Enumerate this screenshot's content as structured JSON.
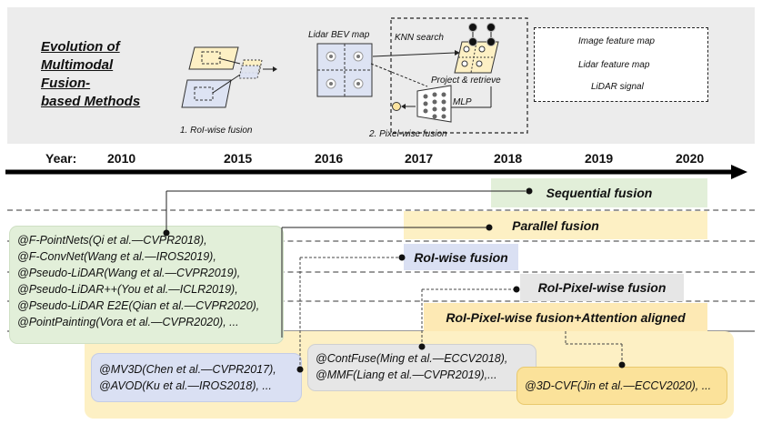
{
  "title": "Evolution of\nMultimodal\nFusion-\nbased Methods",
  "title_lines": [
    "Evolution of",
    "Multimodal",
    "Fusion-",
    "based Methods"
  ],
  "schematic": {
    "roi_caption": "1. RoI-wise fusion",
    "bev_map": "Lidar BEV map",
    "knn": "KNN search",
    "project": "Project & retrieve",
    "mlp": "MLP",
    "pixel_caption": "2. Pixel-wise fusion"
  },
  "legend": {
    "image": "Image feature map",
    "lidar": "Lidar feature map",
    "signal": "LiDAR signal"
  },
  "timeline": {
    "label": "Year:",
    "years": [
      "2010",
      "2015",
      "2016",
      "2017",
      "2018",
      "2019",
      "2020"
    ]
  },
  "bars": {
    "sequential": "Sequential fusion",
    "parallel": "Parallel fusion",
    "roi": "RoI-wise fusion",
    "roi_pixel": "RoI-Pixel-wise fusion",
    "attention": "RoI-Pixel-wise fusion+Attention aligned"
  },
  "cards": {
    "green": [
      "@F-PointNets(Qi et al.—CVPR2018),",
      "@F-ConvNet(Wang et al.—IROS2019),",
      "@Pseudo-LiDAR(Wang et al.—CVPR2019),",
      "@Pseudo-LiDAR++(You et al.—ICLR2019),",
      "@Pseudo-LiDAR E2E(Qian et al.—CVPR2020),",
      "@PointPainting(Vora et al.—CVPR2020), ..."
    ],
    "blue": [
      "@MV3D(Chen et al.—CVPR2017),",
      "@AVOD(Ku et al.—IROS2018), ..."
    ],
    "gray": [
      "@ContFuse(Ming et al.—ECCV2018),",
      "@MMF(Liang et al.—CVPR2019),..."
    ],
    "yellow": [
      "@3D-CVF(Jin et al.—ECCV2020), ..."
    ]
  },
  "colors": {
    "image_map": "#fdf0c4",
    "lidar_map": "#dde3f3",
    "green": "#e2efd9",
    "yellow": "#fde9b4",
    "blue": "#dae0f3",
    "gray": "#e6e6e6",
    "panel": "#ececec"
  }
}
